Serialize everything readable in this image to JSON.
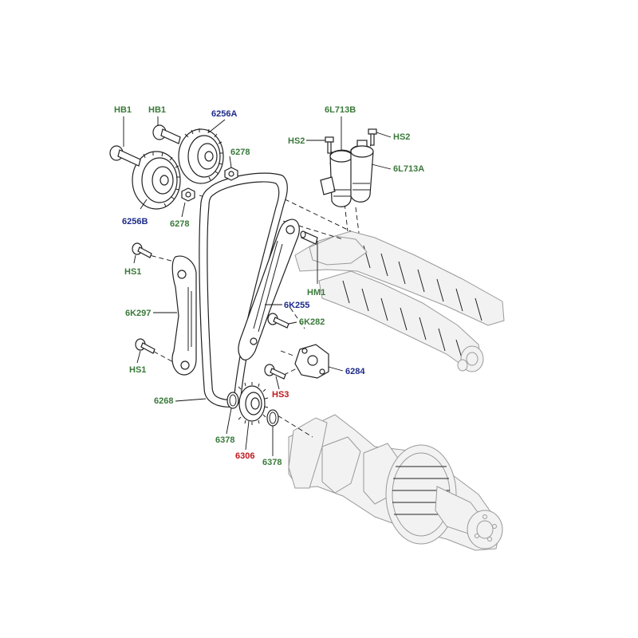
{
  "colors": {
    "green": "#3a7a3a",
    "blue": "#1d2a8a",
    "red": "#c0181c"
  },
  "labels": {
    "hb1_left": {
      "text": "HB1",
      "color": "green"
    },
    "hb1_right": {
      "text": "HB1",
      "color": "green"
    },
    "p6256a": {
      "text": "6256A",
      "color": "blue"
    },
    "p6278_top": {
      "text": "6278",
      "color": "green"
    },
    "p6256b": {
      "text": "6256B",
      "color": "blue"
    },
    "p6278_bot": {
      "text": "6278",
      "color": "green"
    },
    "p6l713b": {
      "text": "6L713B",
      "color": "green"
    },
    "hs2_left": {
      "text": "HS2",
      "color": "green"
    },
    "hs2_right": {
      "text": "HS2",
      "color": "green"
    },
    "p6l713a": {
      "text": "6L713A",
      "color": "green"
    },
    "hs1_top": {
      "text": "HS1",
      "color": "green"
    },
    "hm1": {
      "text": "HM1",
      "color": "green"
    },
    "p6k297": {
      "text": "6K297",
      "color": "green"
    },
    "p6k255": {
      "text": "6K255",
      "color": "blue"
    },
    "p6k282": {
      "text": "6K282",
      "color": "green"
    },
    "hs1_bot": {
      "text": "HS1",
      "color": "green"
    },
    "p6284": {
      "text": "6284",
      "color": "blue"
    },
    "hs3": {
      "text": "HS3",
      "color": "red"
    },
    "p6268": {
      "text": "6268",
      "color": "green"
    },
    "p6378_left": {
      "text": "6378",
      "color": "green"
    },
    "p6306": {
      "text": "6306",
      "color": "red"
    },
    "p6378_right": {
      "text": "6378",
      "color": "green"
    }
  }
}
